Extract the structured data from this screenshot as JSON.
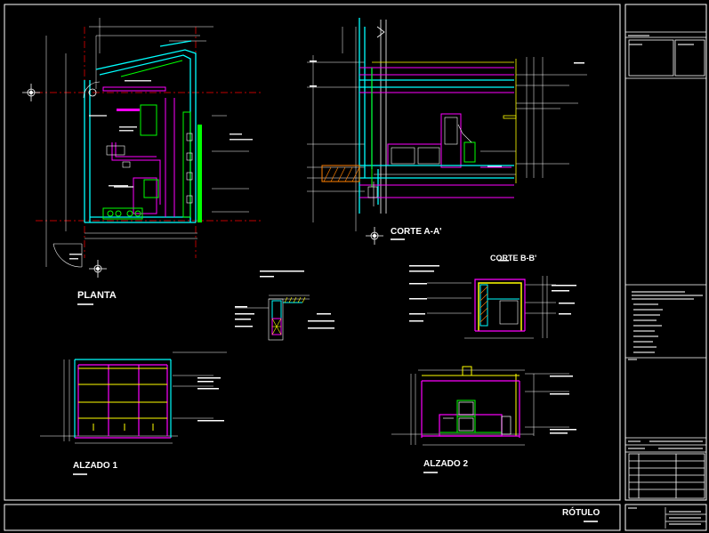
{
  "views": {
    "plan": {
      "title": "PLANTA"
    },
    "section_aa": {
      "title": "CORTE A-A'"
    },
    "section_bb": {
      "title": "CORTE B-B'"
    },
    "elevation_1": {
      "title": "ALZADO 1"
    },
    "elevation_2": {
      "title": "ALZADO 2"
    }
  },
  "title_block": {
    "label": "RÓTULO"
  },
  "colors": {
    "background": "#000000",
    "frame": "#ffffff",
    "wall": "#00ffff",
    "furniture": "#ff00ff",
    "appliance": "#00ff00",
    "axis": "#ff0000",
    "accent": "#ffff00",
    "hatch": "#ff8000"
  }
}
